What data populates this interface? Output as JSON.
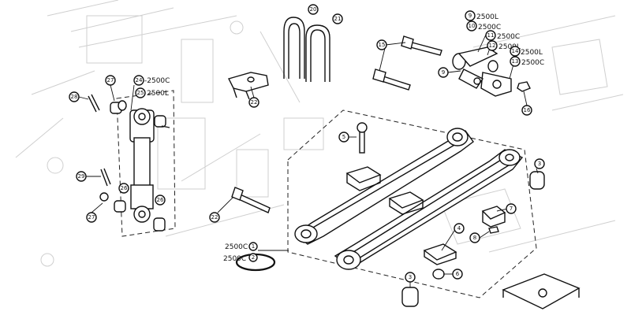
{
  "callouts": [
    {
      "id": "c20",
      "num": "20"
    },
    {
      "id": "c21",
      "num": "21"
    },
    {
      "id": "c9a",
      "num": "9",
      "text": "2500L"
    },
    {
      "id": "c10",
      "num": "10",
      "text": "2500C"
    },
    {
      "id": "c11",
      "num": "11",
      "text": "2500C"
    },
    {
      "id": "c12",
      "num": "12",
      "text": "2500L"
    },
    {
      "id": "c14",
      "num": "14",
      "text": "2500L"
    },
    {
      "id": "c13",
      "num": "13",
      "text": "2500C"
    },
    {
      "id": "c15",
      "num": "15"
    },
    {
      "id": "c9b",
      "num": "9"
    },
    {
      "id": "c16",
      "num": "16"
    },
    {
      "id": "c27a",
      "num": "27"
    },
    {
      "id": "c24",
      "num": "24",
      "text": "-2500C"
    },
    {
      "id": "c25",
      "num": "25",
      "text": "2500L"
    },
    {
      "id": "c28",
      "num": "28"
    },
    {
      "id": "c22a",
      "num": "22"
    },
    {
      "id": "c26a",
      "num": "26"
    },
    {
      "id": "c26b",
      "num": "26"
    },
    {
      "id": "c29",
      "num": "29"
    },
    {
      "id": "c27b",
      "num": "27"
    },
    {
      "id": "c5",
      "num": "5"
    },
    {
      "id": "c3a",
      "num": "3"
    },
    {
      "id": "c7",
      "num": "7"
    },
    {
      "id": "c8",
      "num": "8"
    },
    {
      "id": "c4",
      "num": "4"
    },
    {
      "id": "c22b",
      "num": "22"
    },
    {
      "id": "c1",
      "num": "1",
      "text": "2500C"
    },
    {
      "id": "c2",
      "num": "2",
      "text": "2500C"
    },
    {
      "id": "c3b",
      "num": "3"
    },
    {
      "id": "c6",
      "num": "6"
    }
  ],
  "colors": {
    "ink": "#111111",
    "highlight": "#111111",
    "background": "#ffffff"
  }
}
